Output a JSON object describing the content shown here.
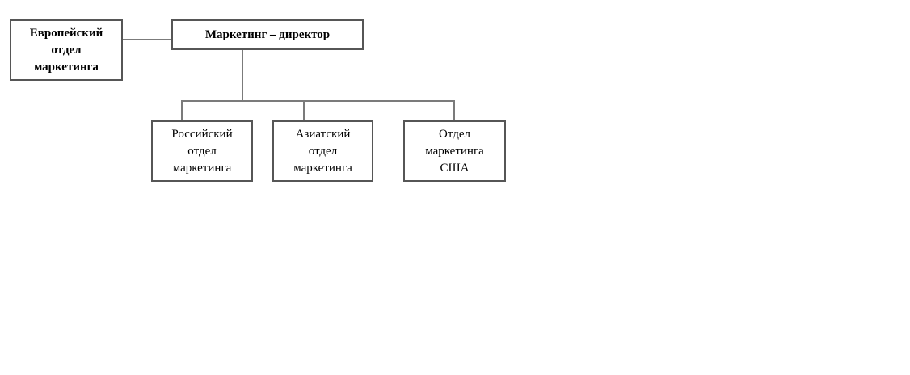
{
  "diagram": {
    "type": "org-chart",
    "colors": {
      "background": "#ffffff",
      "box_border": "#565656",
      "connector": "#7b7b7b",
      "text": "#000000"
    },
    "nodes": {
      "european": {
        "label": "Европейский\nотдел\nмаркетинга",
        "bold": true
      },
      "director": {
        "label": "Маркетинг – директор",
        "bold": true
      },
      "russian": {
        "label": "Российский\nотдел\nмаркетинга",
        "bold": false
      },
      "asian": {
        "label": "Азиатский\nотдел\nмаркетинга",
        "bold": false
      },
      "usa": {
        "label": "Отдел\nмаркетинга\nСША",
        "bold": false
      }
    },
    "edges": [
      {
        "from": "european",
        "to": "director",
        "style": "horizontal"
      },
      {
        "from": "director",
        "to": "russian",
        "style": "elbow"
      },
      {
        "from": "director",
        "to": "asian",
        "style": "elbow"
      },
      {
        "from": "director",
        "to": "usa",
        "style": "elbow"
      }
    ]
  }
}
